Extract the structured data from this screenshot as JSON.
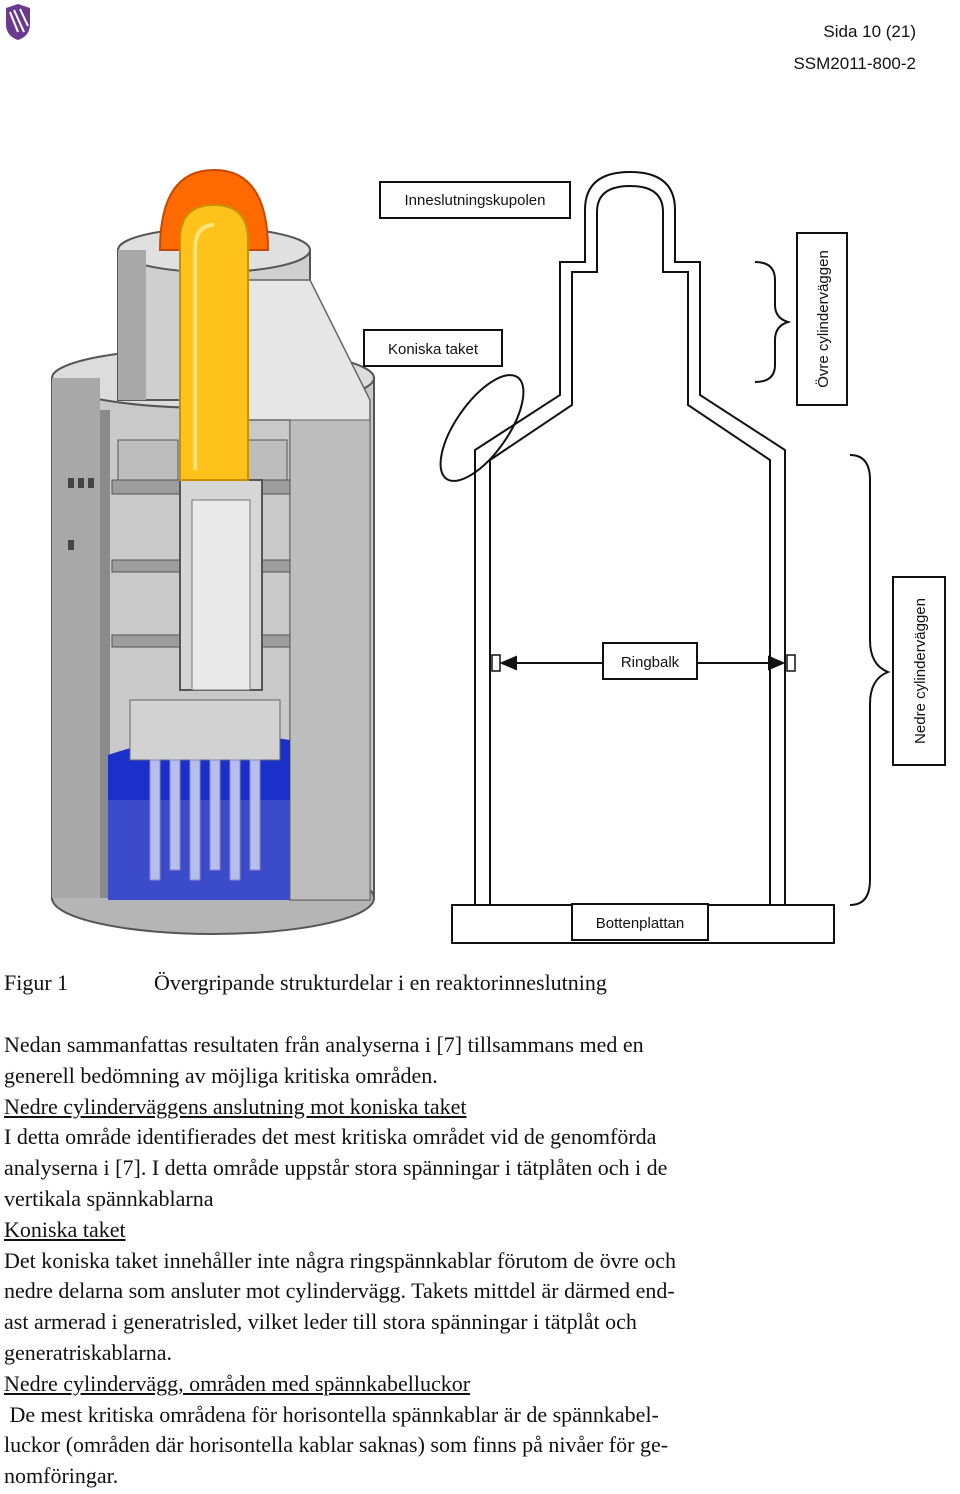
{
  "header": {
    "page": "Sida 10 (21)",
    "doc_id": "SSM2011-800-2"
  },
  "figure": {
    "labels": {
      "dome": "Inneslutningskupolen",
      "cone": "Koniska taket",
      "upper_wall": "Övre cylinderväggen",
      "lower_wall": "Nedre cylinderväggen",
      "ring_beam": "Ringbalk",
      "base_slab": "Bottenplattan"
    }
  },
  "caption": {
    "label": "Figur 1",
    "text": "Övergripande strukturdelar i en reaktorinneslutning"
  },
  "body": {
    "intro1": "Nedan sammanfattas resultaten från analyserna i [7] tillsammans med en",
    "intro2": "generell bedömning av möjliga kritiska områden.",
    "h1": "Nedre cylinderväggens anslutning mot koniska taket",
    "p1_1": "I detta område identifierades det mest kritiska området vid de genomförda",
    "p1_2": "analyserna i [7]. I detta område uppstår stora spänningar i tätplåten och i de",
    "p1_3": "vertikala spännkablarna",
    "h2": "Koniska taket",
    "p2_1": "Det koniska taket innehåller inte några ringspännkablar förutom de övre och",
    "p2_2": "nedre delarna som ansluter mot cylindervägg. Takets mittdel är därmed end-",
    "p2_3": "ast armerad i generatrisled, vilket leder till stora spänningar i tätplåt och",
    "p2_4": "generatriskablarna.",
    "h3": "Nedre cylindervägg, områden med spännkabelluckor",
    "p3_1": " De mest kritiska områdena för horisontella spännkablar är de spännkabel-",
    "p3_2": "luckor (områden där horisontella kablar saknas) som finns på nivåer för ge-",
    "p3_3": "nomföringar."
  }
}
